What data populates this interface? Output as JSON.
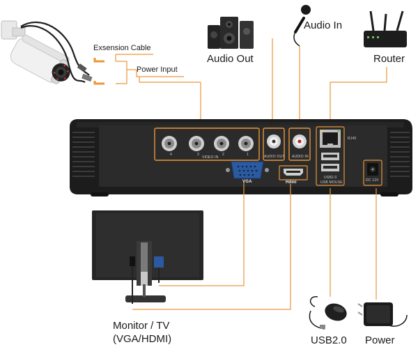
{
  "labels": {
    "extension_cable": "Exsension Cable",
    "power_input": "Power Input",
    "audio_out": "Audio Out",
    "audio_in": "Audio In",
    "router": "Router",
    "monitor_line1": "Monitor / TV",
    "monitor_line2": "(VGA/HDMI)",
    "usb": "USB2.0",
    "power": "Power"
  },
  "panel_labels": {
    "video_in": "VIDEO IN",
    "audio_out": "AUDIO OUT",
    "audio_in": "AUDIO IN",
    "rj45": "RJ45",
    "vga": "VGA",
    "hdmi": "Hdmi",
    "usb_top": "USB2.0",
    "usb_bottom": "USB MOUSE",
    "dc": "DC 12V",
    "channels": [
      "4",
      "3",
      "2",
      "1"
    ]
  },
  "colors": {
    "accent_line": "#e8973a",
    "device_body": "#1c1c1c",
    "back_panel": "#2b2b2b",
    "vga_port": "#2c5aa0"
  }
}
